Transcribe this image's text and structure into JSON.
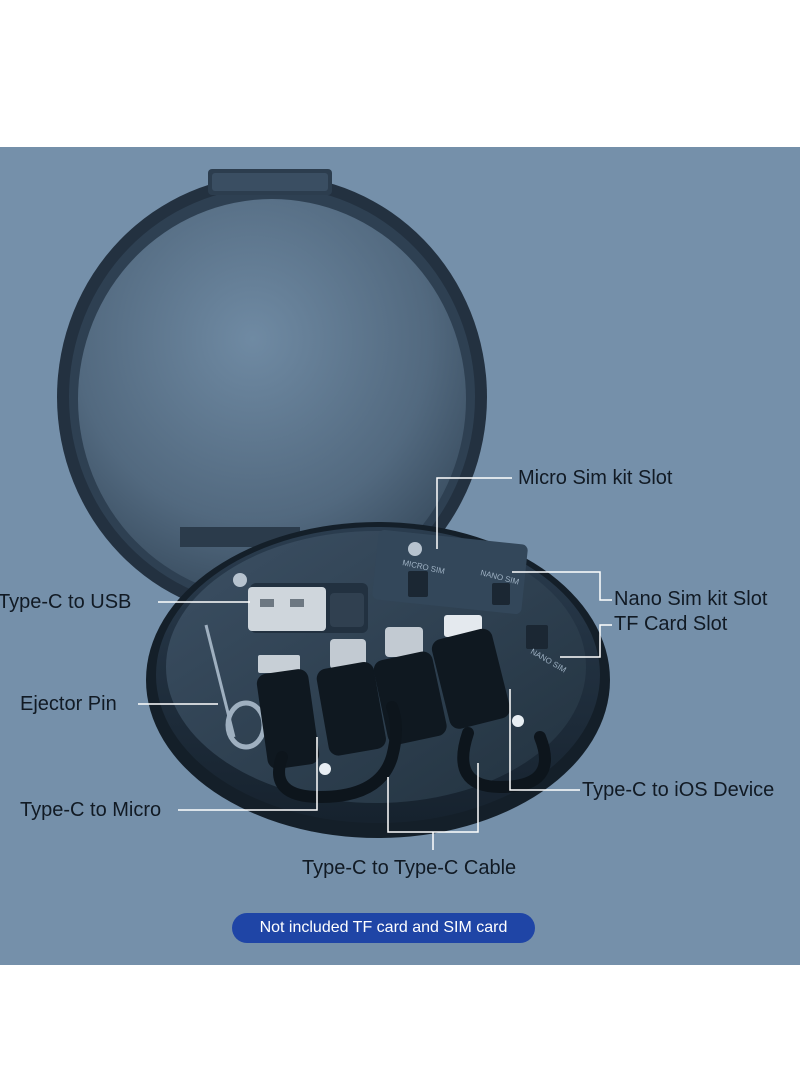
{
  "labels": {
    "micro_sim": "Micro Sim kit Slot",
    "type_c_usb": "Type-C  to  USB",
    "nano_sim": "Nano Sim kit Slot",
    "tf_card": "TF Card Slot",
    "ejector_pin": "Ejector Pin",
    "type_c_ios": "Type-C to iOS Device",
    "type_c_micro": "Type-C to Micro",
    "type_c_cable": "Type-C to Type-C Cable"
  },
  "notice": "Not included TF card and SIM card",
  "embossed": {
    "micro_sim": "MICRO SIM",
    "nano_sim_1": "NANO SIM",
    "nano_sim_2": "NANO SIM"
  },
  "colors": {
    "background": "#7590aa",
    "case_dark": "#1a2a3a",
    "notice_badge": "#1f45a6"
  }
}
